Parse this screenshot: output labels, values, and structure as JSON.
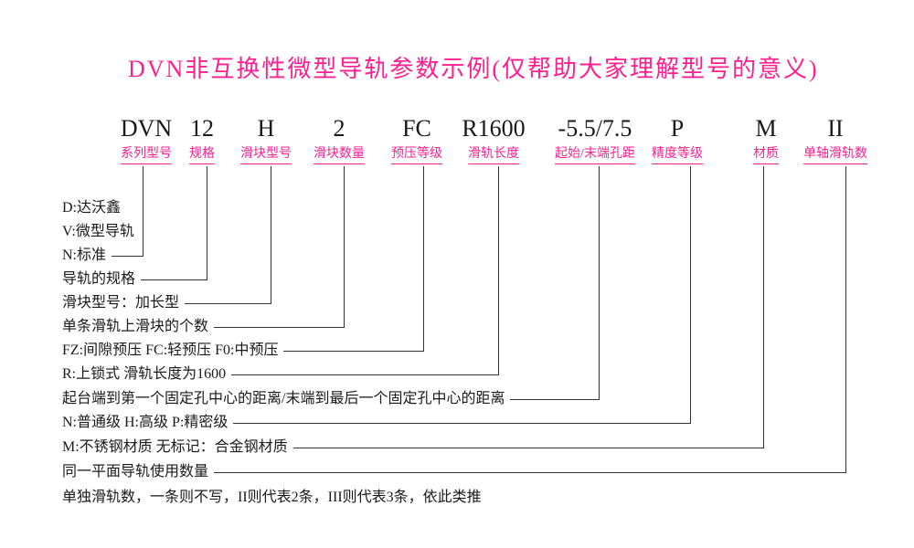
{
  "title": "DVN非互换性微型导轨参数示例(仅帮助大家理解型号的意义)",
  "colors": {
    "accent": "#ff1f8f",
    "line": "#333333",
    "text": "#1a1a1a"
  },
  "code_segments": [
    {
      "code": "DVN",
      "label": "系列型号"
    },
    {
      "code": "12",
      "label": "规格"
    },
    {
      "code": "H",
      "label": "滑块型号"
    },
    {
      "code": "2",
      "label": "滑块数量"
    },
    {
      "code": "FC",
      "label": "预压等级"
    },
    {
      "code": "R1600",
      "label": "滑轨长度"
    },
    {
      "code": "-5.5/7.5",
      "label": "起始/末端孔距"
    },
    {
      "code": "P",
      "label": "精度等级"
    },
    {
      "code": "M",
      "label": "材质"
    },
    {
      "code": "II",
      "label": "单轴滑轨数"
    }
  ],
  "explanations": [
    {
      "text": "D:达沃鑫"
    },
    {
      "text": "V:微型导轨"
    },
    {
      "text": "N:标准"
    },
    {
      "text": "导轨的规格"
    },
    {
      "text": "滑块型号：加长型"
    },
    {
      "text": "单条滑轨上滑块的个数"
    },
    {
      "text": "FZ:间隙预压 FC:轻预压 F0:中预压"
    },
    {
      "text": "R:上锁式 滑轨长度为1600"
    },
    {
      "text": "起台端到第一个固定孔中心的距离/末端到最后一个固定孔中心的距离"
    },
    {
      "text": "N:普通级 H:高级 P:精密级"
    },
    {
      "text": "M:不锈钢材质 无标记：合金钢材质"
    },
    {
      "text": "同一平面导轨使用数量"
    },
    {
      "text": "单独滑轨数，一条则不写，II则代表2条，III则代表3条，依此类推"
    }
  ]
}
